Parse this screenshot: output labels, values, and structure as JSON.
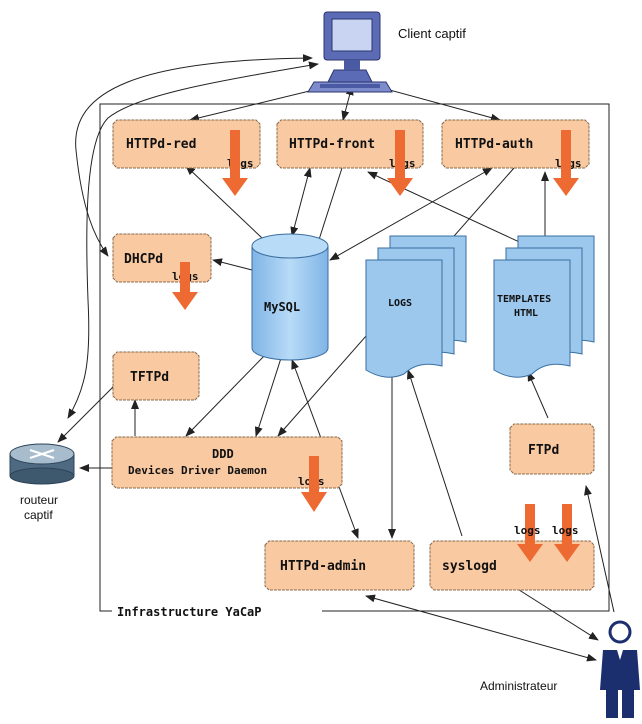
{
  "labels": {
    "client": "Client captif",
    "router_line1": "routeur",
    "router_line2": "captif",
    "admin": "Administrateur",
    "infra": "Infrastructure YaCaP",
    "logs": "logs"
  },
  "nodes": {
    "httpd_red": "HTTPd-red",
    "httpd_front": "HTTPd-front",
    "httpd_auth": "HTTPd-auth",
    "dhcpd": "DHCPd",
    "tftpd": "TFTPd",
    "ddd_title": "DDD",
    "ddd_subtitle": "Devices Driver Daemon",
    "ftpd": "FTPd",
    "httpd_admin": "HTTPd-admin",
    "syslogd": "syslogd"
  },
  "stores": {
    "mysql": "MySQL",
    "logs": "LOGS",
    "templates_line1": "TEMPLATES",
    "templates_line2": "HTML"
  },
  "colors": {
    "box_fill": "#f9c9a2",
    "box_stroke": "#8a6a4a",
    "store_fill": "#9cc8ee",
    "store_stroke": "#3a6ea0",
    "log_arrow": "#ee6a33"
  }
}
